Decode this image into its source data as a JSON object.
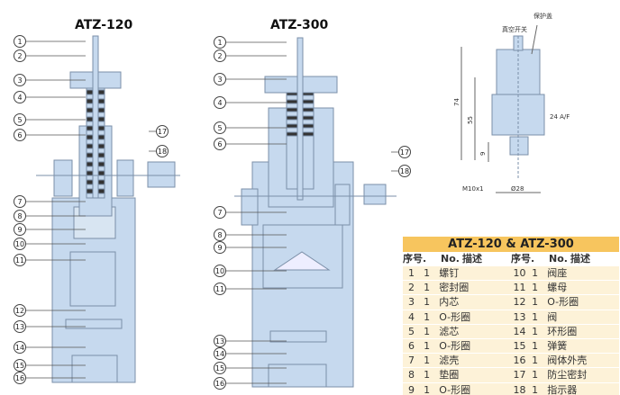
{
  "titles": {
    "left": "ATZ-120",
    "right": "ATZ-300"
  },
  "callouts_left": [
    "1",
    "2",
    "3",
    "4",
    "5",
    "6",
    "7",
    "8",
    "9",
    "10",
    "11",
    "12",
    "13",
    "14",
    "15",
    "16",
    "17",
    "18"
  ],
  "callouts_right": [
    "1",
    "2",
    "3",
    "4",
    "5",
    "6",
    "7",
    "8",
    "9",
    "10",
    "11",
    "13",
    "14",
    "15",
    "16",
    "17",
    "18"
  ],
  "switch": {
    "protective_cap": "保护盖",
    "vacuum_switch": "真空开关",
    "dim_74": "74",
    "dim_55": "55",
    "dim_9": "9",
    "wrench": "24 A/F",
    "thread": "M10x1",
    "diameter": "Ø28"
  },
  "table": {
    "title": "ATZ-120 & ATZ-300",
    "col_headers": [
      "序号.",
      "No.",
      "描述",
      "序号.",
      "No.",
      "描述"
    ],
    "rows": [
      [
        "1",
        "1",
        "螺钉",
        "10",
        "1",
        "阀座"
      ],
      [
        "2",
        "1",
        "密封圈",
        "11",
        "1",
        "螺母"
      ],
      [
        "3",
        "1",
        "内芯",
        "12",
        "1",
        "O-形圈"
      ],
      [
        "4",
        "1",
        "O-形圈",
        "13",
        "1",
        "阀"
      ],
      [
        "5",
        "1",
        "滤芯",
        "14",
        "1",
        "环形圈"
      ],
      [
        "6",
        "1",
        "O-形圈",
        "15",
        "1",
        "弹簧"
      ],
      [
        "7",
        "1",
        "滤壳",
        "16",
        "1",
        "阀体外壳"
      ],
      [
        "8",
        "1",
        "垫圈",
        "17",
        "1",
        "防尘密封"
      ],
      [
        "9",
        "1",
        "O-形圈",
        "18",
        "1",
        "指示器"
      ]
    ]
  },
  "colors": {
    "fill": "#c6d9ee",
    "line": "#7b8fa8",
    "header": "#f7c55e",
    "row": "#fdf2d8"
  }
}
